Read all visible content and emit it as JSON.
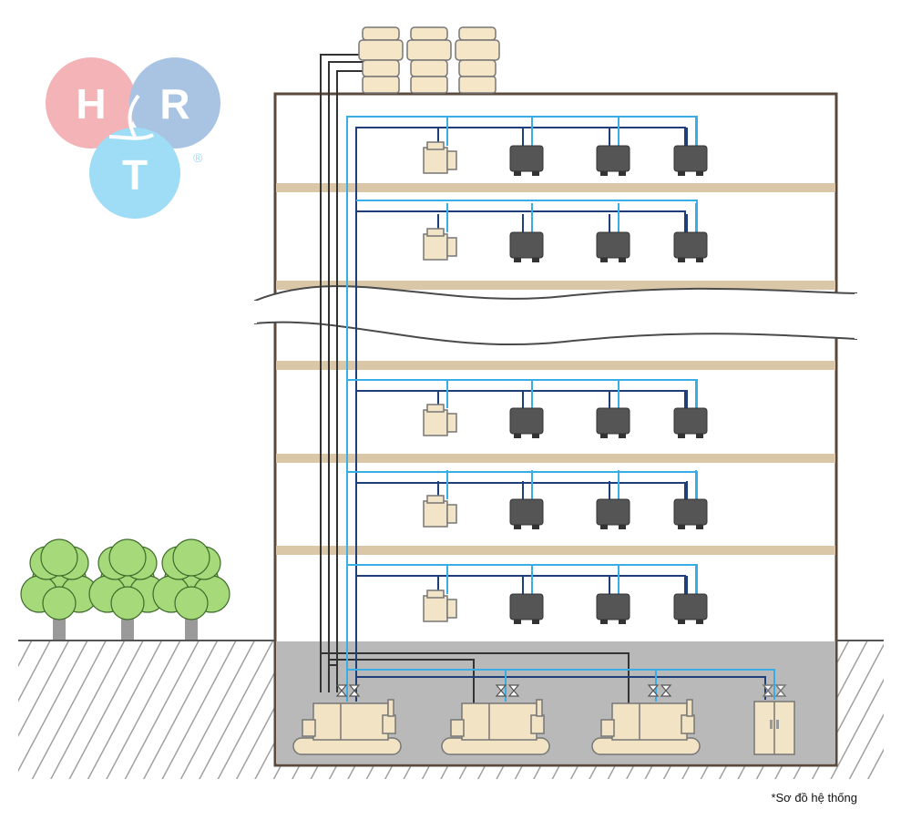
{
  "logo": {
    "letters": [
      "H",
      "R",
      "T"
    ],
    "registered_mark": "®",
    "colors": {
      "h": "#f3b3b7",
      "r": "#a9c3e2",
      "t": "#9fdcf5"
    }
  },
  "caption": "*Sơ đồ hệ thống",
  "colors": {
    "building_outline": "#5a4a3e",
    "floor_slab": "#d9c7a8",
    "pipe_light_blue": "#39aee6",
    "pipe_dark_blue": "#1f3f7a",
    "condenser_pipe": "#333333",
    "indoor_unit": "#555555",
    "ahu_unit": "#f2e4c6",
    "chiller": "#f1e3c4",
    "basement": "#b9b9b9",
    "ground_hatch": "#9a9a9a",
    "tree_leaf": "#a6d97a",
    "tree_trunk": "#9a9a9a"
  },
  "components": {
    "cooling_towers": 3,
    "floors_shown": 5,
    "indoor_units_per_floor": 3,
    "ahu_per_floor": 1,
    "chillers": 3,
    "pump_cabinet": 1,
    "trees": 3
  }
}
